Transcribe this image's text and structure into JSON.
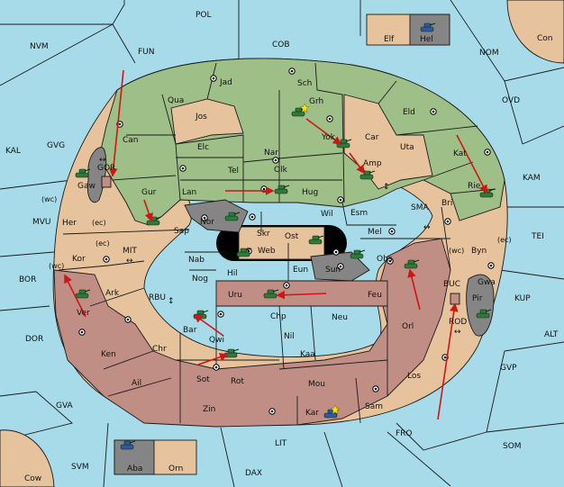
{
  "colors": {
    "water": "#a7dbe9",
    "neutral": "#e6c39c",
    "green_power": "#9fbf88",
    "red_power": "#c18e85",
    "impassable": "#858585",
    "unit_fill": "#2f7a3a",
    "order_arrow": "#d01515",
    "supply_center_ring": "#000000",
    "home_star": "#ffe400"
  },
  "seas": [
    "POL",
    "NVM",
    "FUN",
    "COB",
    "NOM",
    "OVD",
    "KAL",
    "GVG",
    "KAM",
    "MVU",
    "SMA",
    "TEI",
    "BOR",
    "MIT",
    "RBU",
    "KUP",
    "DOR",
    "ALT",
    "GVP",
    "GVA",
    "FRO",
    "LIT",
    "SOM",
    "SVM",
    "DAX"
  ],
  "provinces_green": [
    "Jad",
    "Sch",
    "Qua",
    "Grh",
    "Eld",
    "Can",
    "Jos",
    "Yok",
    "Car",
    "Elc",
    "Nar",
    "Amp",
    "Uta",
    "Kat",
    "Gaw",
    "Gur",
    "Tel",
    "Olk",
    "Rie",
    "Lan",
    "Hug",
    "Bri"
  ],
  "provinces_neutral": [
    "Elf",
    "Con",
    "Wil",
    "Esm",
    "Nor",
    "Her",
    "Skr",
    "Ost",
    "Mel",
    "Kor",
    "Sap",
    "Web",
    "Byn",
    "Nab",
    "Eun",
    "Ark",
    "Hil",
    "Sun",
    "Nog",
    "Cow",
    "Orn"
  ],
  "provinces_red": [
    "Ver",
    "Obs",
    "Uru",
    "Feu",
    "Gwa",
    "Pir",
    "Chp",
    "Bar",
    "Qwi",
    "Neu",
    "Orl",
    "Nil",
    "Ken",
    "Chr",
    "Kaa",
    "Sot",
    "Rot",
    "Ail",
    "Mou",
    "Los",
    "Zin",
    "Kar",
    "Sam"
  ],
  "provinces_impassable": [
    "Hel",
    "Aba"
  ],
  "coast_labels": [
    "(wc)",
    "(ec)",
    "(wc)",
    "(ec)",
    "(wc)",
    "(ec)"
  ],
  "special_labels": [
    "GOR",
    "BUC",
    "ROD"
  ],
  "canal_arrows": [
    "↔",
    "↔",
    "↔",
    "↔",
    "↕",
    "↕"
  ]
}
